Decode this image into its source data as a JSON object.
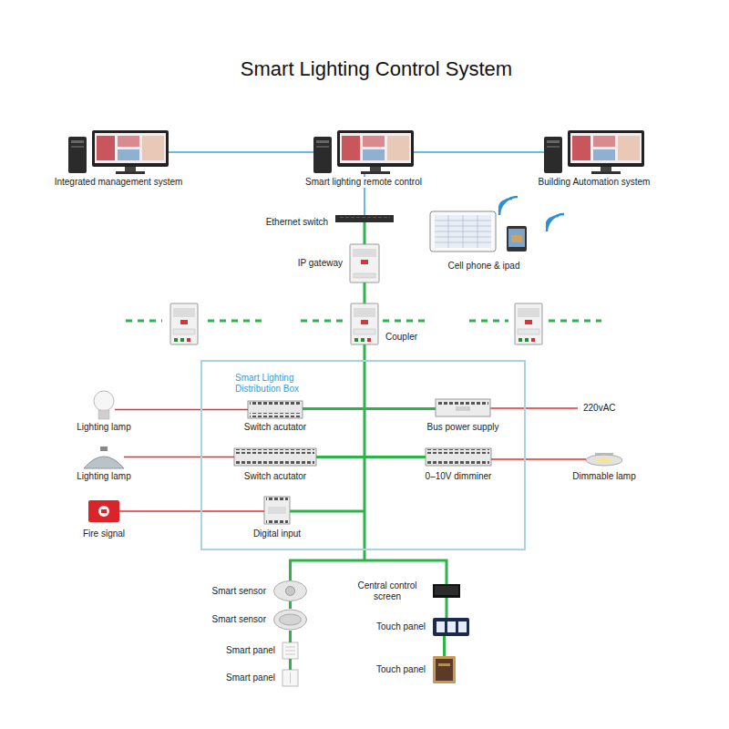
{
  "diagram": {
    "title": "Smart Lighting Control System",
    "nodes": [
      {
        "text": [
          "Integrated management system"
        ]
      },
      {
        "text": [
          "Smart lighting remote control"
        ]
      },
      {
        "text": [
          "Building Automation system"
        ]
      },
      {
        "text": [
          "Ethernet switch"
        ]
      },
      {
        "text": [
          "IP gateway"
        ]
      },
      {
        "text": [
          "Cell phone & ipad"
        ]
      },
      {
        "text": [
          "Coupler"
        ]
      },
      {
        "text": [
          "Smart Lighting Distribution Box"
        ]
      },
      {
        "text": [
          "Lighting lamp"
        ]
      },
      {
        "text": [
          "Switch acutator"
        ],
        "in": 7
      },
      {
        "text": [
          "Bus power supply"
        ],
        "in": 7
      },
      {
        "text": [
          "Lighting lamp"
        ]
      },
      {
        "text": [
          "Switch acutator"
        ],
        "in": 7
      },
      {
        "text": [
          "0–10V dimminer"
        ],
        "in": 7
      },
      {
        "text": [
          "Dimmable lamp"
        ]
      },
      {
        "text": [
          "Fire signal"
        ]
      },
      {
        "text": [
          "Digital input"
        ],
        "in": 7
      },
      {
        "text": [
          "Smart sensor"
        ]
      },
      {
        "text": [
          "Smart sensor"
        ]
      },
      {
        "text": [
          "Smart panel"
        ]
      },
      {
        "text": [
          "Smart panel"
        ]
      },
      {
        "text": [
          "Central control screen"
        ]
      },
      {
        "text": [
          "Touch panel"
        ]
      },
      {
        "text": [
          "Touch panel"
        ]
      }
    ],
    "edges": [
      {
        "from": 0,
        "to": 1,
        "arrow": "none"
      },
      {
        "from": 1,
        "to": 2,
        "arrow": "none"
      },
      {
        "from": 1,
        "to": 3,
        "arrow": "none"
      },
      {
        "from": 3,
        "to": 4,
        "arrow": "none"
      },
      {
        "from": 4,
        "to": 6,
        "arrow": "none"
      },
      {
        "from": 8,
        "to": 9,
        "arrow": "none"
      },
      {
        "from": 9,
        "to": 10,
        "arrow": "none"
      },
      {
        "from": 11,
        "to": 12,
        "arrow": "none"
      },
      {
        "from": 12,
        "to": 13,
        "arrow": "none"
      },
      {
        "from": 13,
        "to": 14,
        "arrow": "none"
      },
      {
        "from": 15,
        "to": 16,
        "arrow": "none"
      },
      {
        "from": 17,
        "to": 18,
        "arrow": "none"
      },
      {
        "from": 18,
        "to": 19,
        "arrow": "none"
      },
      {
        "from": 19,
        "to": 20,
        "arrow": "none"
      },
      {
        "from": 21,
        "to": 22,
        "arrow": "none"
      },
      {
        "from": 22,
        "to": 23,
        "arrow": "none"
      }
    ],
    "labels": [
      "220vAC"
    ]
  }
}
